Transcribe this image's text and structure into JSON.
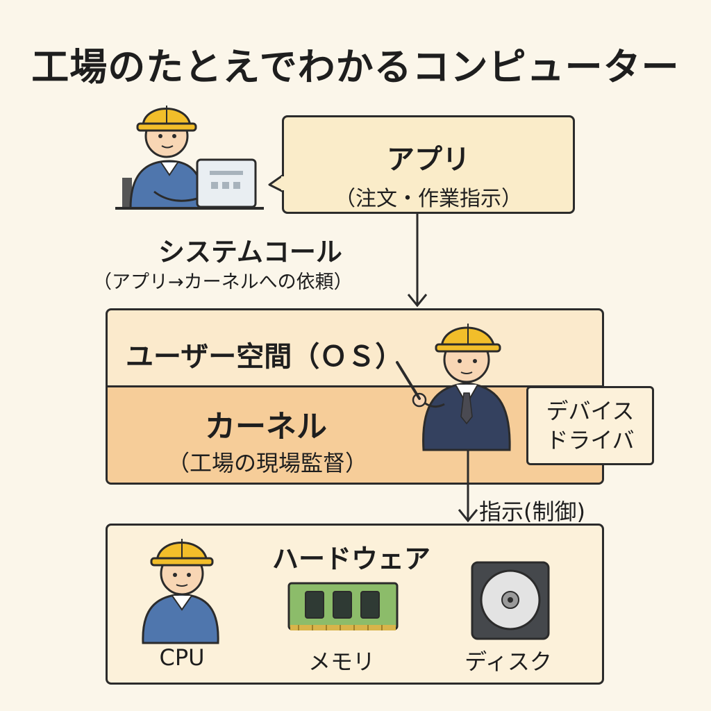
{
  "title": "工場のたとえでわかるコンピューター",
  "app": {
    "title": "アプリ",
    "subtitle": "（注文・作業指示）"
  },
  "system_call": {
    "title": "システムコール",
    "subtitle": "（アプリ→カーネルへの依頼）"
  },
  "os": {
    "user_space_label": "ユーザー空間（ＯＳ）",
    "kernel_title": "カーネル",
    "kernel_subtitle": "（工場の現場監督）"
  },
  "device_driver": {
    "line1": "デバイス",
    "line2": "ドライバ"
  },
  "control_arrow_label": "指示(制御)",
  "hardware": {
    "title": "ハードウェア",
    "items": [
      {
        "label": "CPU",
        "icon": "worker-icon"
      },
      {
        "label": "メモリ",
        "icon": "memory-module-icon"
      },
      {
        "label": "ディスク",
        "icon": "disk-drive-icon"
      }
    ]
  },
  "colors": {
    "background": "#fbf6ea",
    "app_box": "#faecc9",
    "user_space": "#fbeacc",
    "kernel": "#f6cd99",
    "hardware_box": "#fcf1da",
    "helmet": "#f2be2a",
    "uniform_blue": "#4f76ad",
    "suit_navy": "#34415f",
    "memory_green": "#8cbc6a"
  }
}
